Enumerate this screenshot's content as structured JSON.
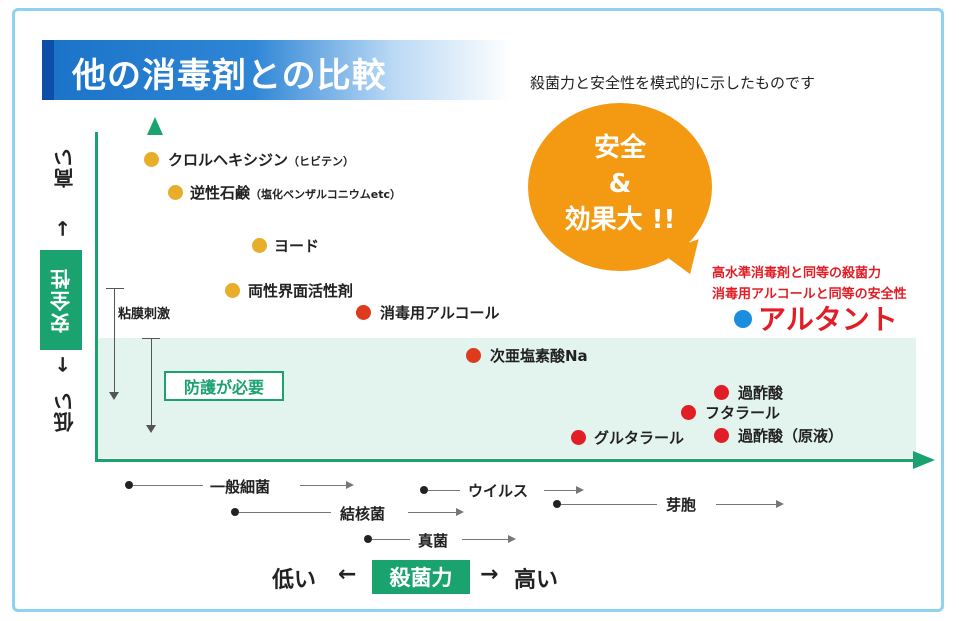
{
  "title": "他の消毒剤との比較",
  "subtitle": "殺菌力と安全性を模式的に示したものです",
  "bubble": {
    "line1": "安全",
    "line2": "&",
    "line3": "効果大 !!",
    "color": "#f39a12"
  },
  "red_notes": [
    "高水準消毒剤と同等の殺菌力",
    "消毒用アルコールと同等の安全性"
  ],
  "featured": {
    "label": "アルタント",
    "color": "#1a8fe0"
  },
  "y_axis": {
    "high": "高い",
    "arrow_up": "→",
    "name": "安全性",
    "arrow_down": "←",
    "low": "低い"
  },
  "mucous": "粘膜刺激",
  "protect": "防護が必要",
  "items": [
    {
      "label": "クロルヘキシジン",
      "note": "（ヒビテン）",
      "color": "#e8ae2a"
    },
    {
      "label": "逆性石鹸",
      "note": "（塩化ベンザルコニウムetc）",
      "color": "#e8ae2a"
    },
    {
      "label": "ヨード",
      "note": "",
      "color": "#e8ae2a"
    },
    {
      "label": "両性界面活性剤",
      "note": "",
      "color": "#e8ae2a"
    },
    {
      "label": "消毒用アルコール",
      "note": "",
      "color": "#dd3a1e"
    },
    {
      "label": "次亜塩素酸Na",
      "note": "",
      "color": "#dd3a1e"
    },
    {
      "label": "過酢酸",
      "note": "",
      "color": "#e11e26"
    },
    {
      "label": "フタラール",
      "note": "",
      "color": "#e11e26"
    },
    {
      "label": "グルタラール",
      "note": "",
      "color": "#e11e26"
    },
    {
      "label": "過酢酸（原液）",
      "note": "",
      "color": "#e11e26"
    }
  ],
  "spectrum": [
    "一般細菌",
    "結核菌",
    "真菌",
    "ウイルス",
    "芽胞"
  ],
  "x_axis": {
    "low": "低い",
    "arrow_left": "←",
    "name": "殺菌力",
    "arrow_right": "→",
    "high": "高い"
  },
  "colors": {
    "accent": "#1aa36f",
    "zone": "#e3f4ef",
    "frame": "#8fd1ef"
  }
}
